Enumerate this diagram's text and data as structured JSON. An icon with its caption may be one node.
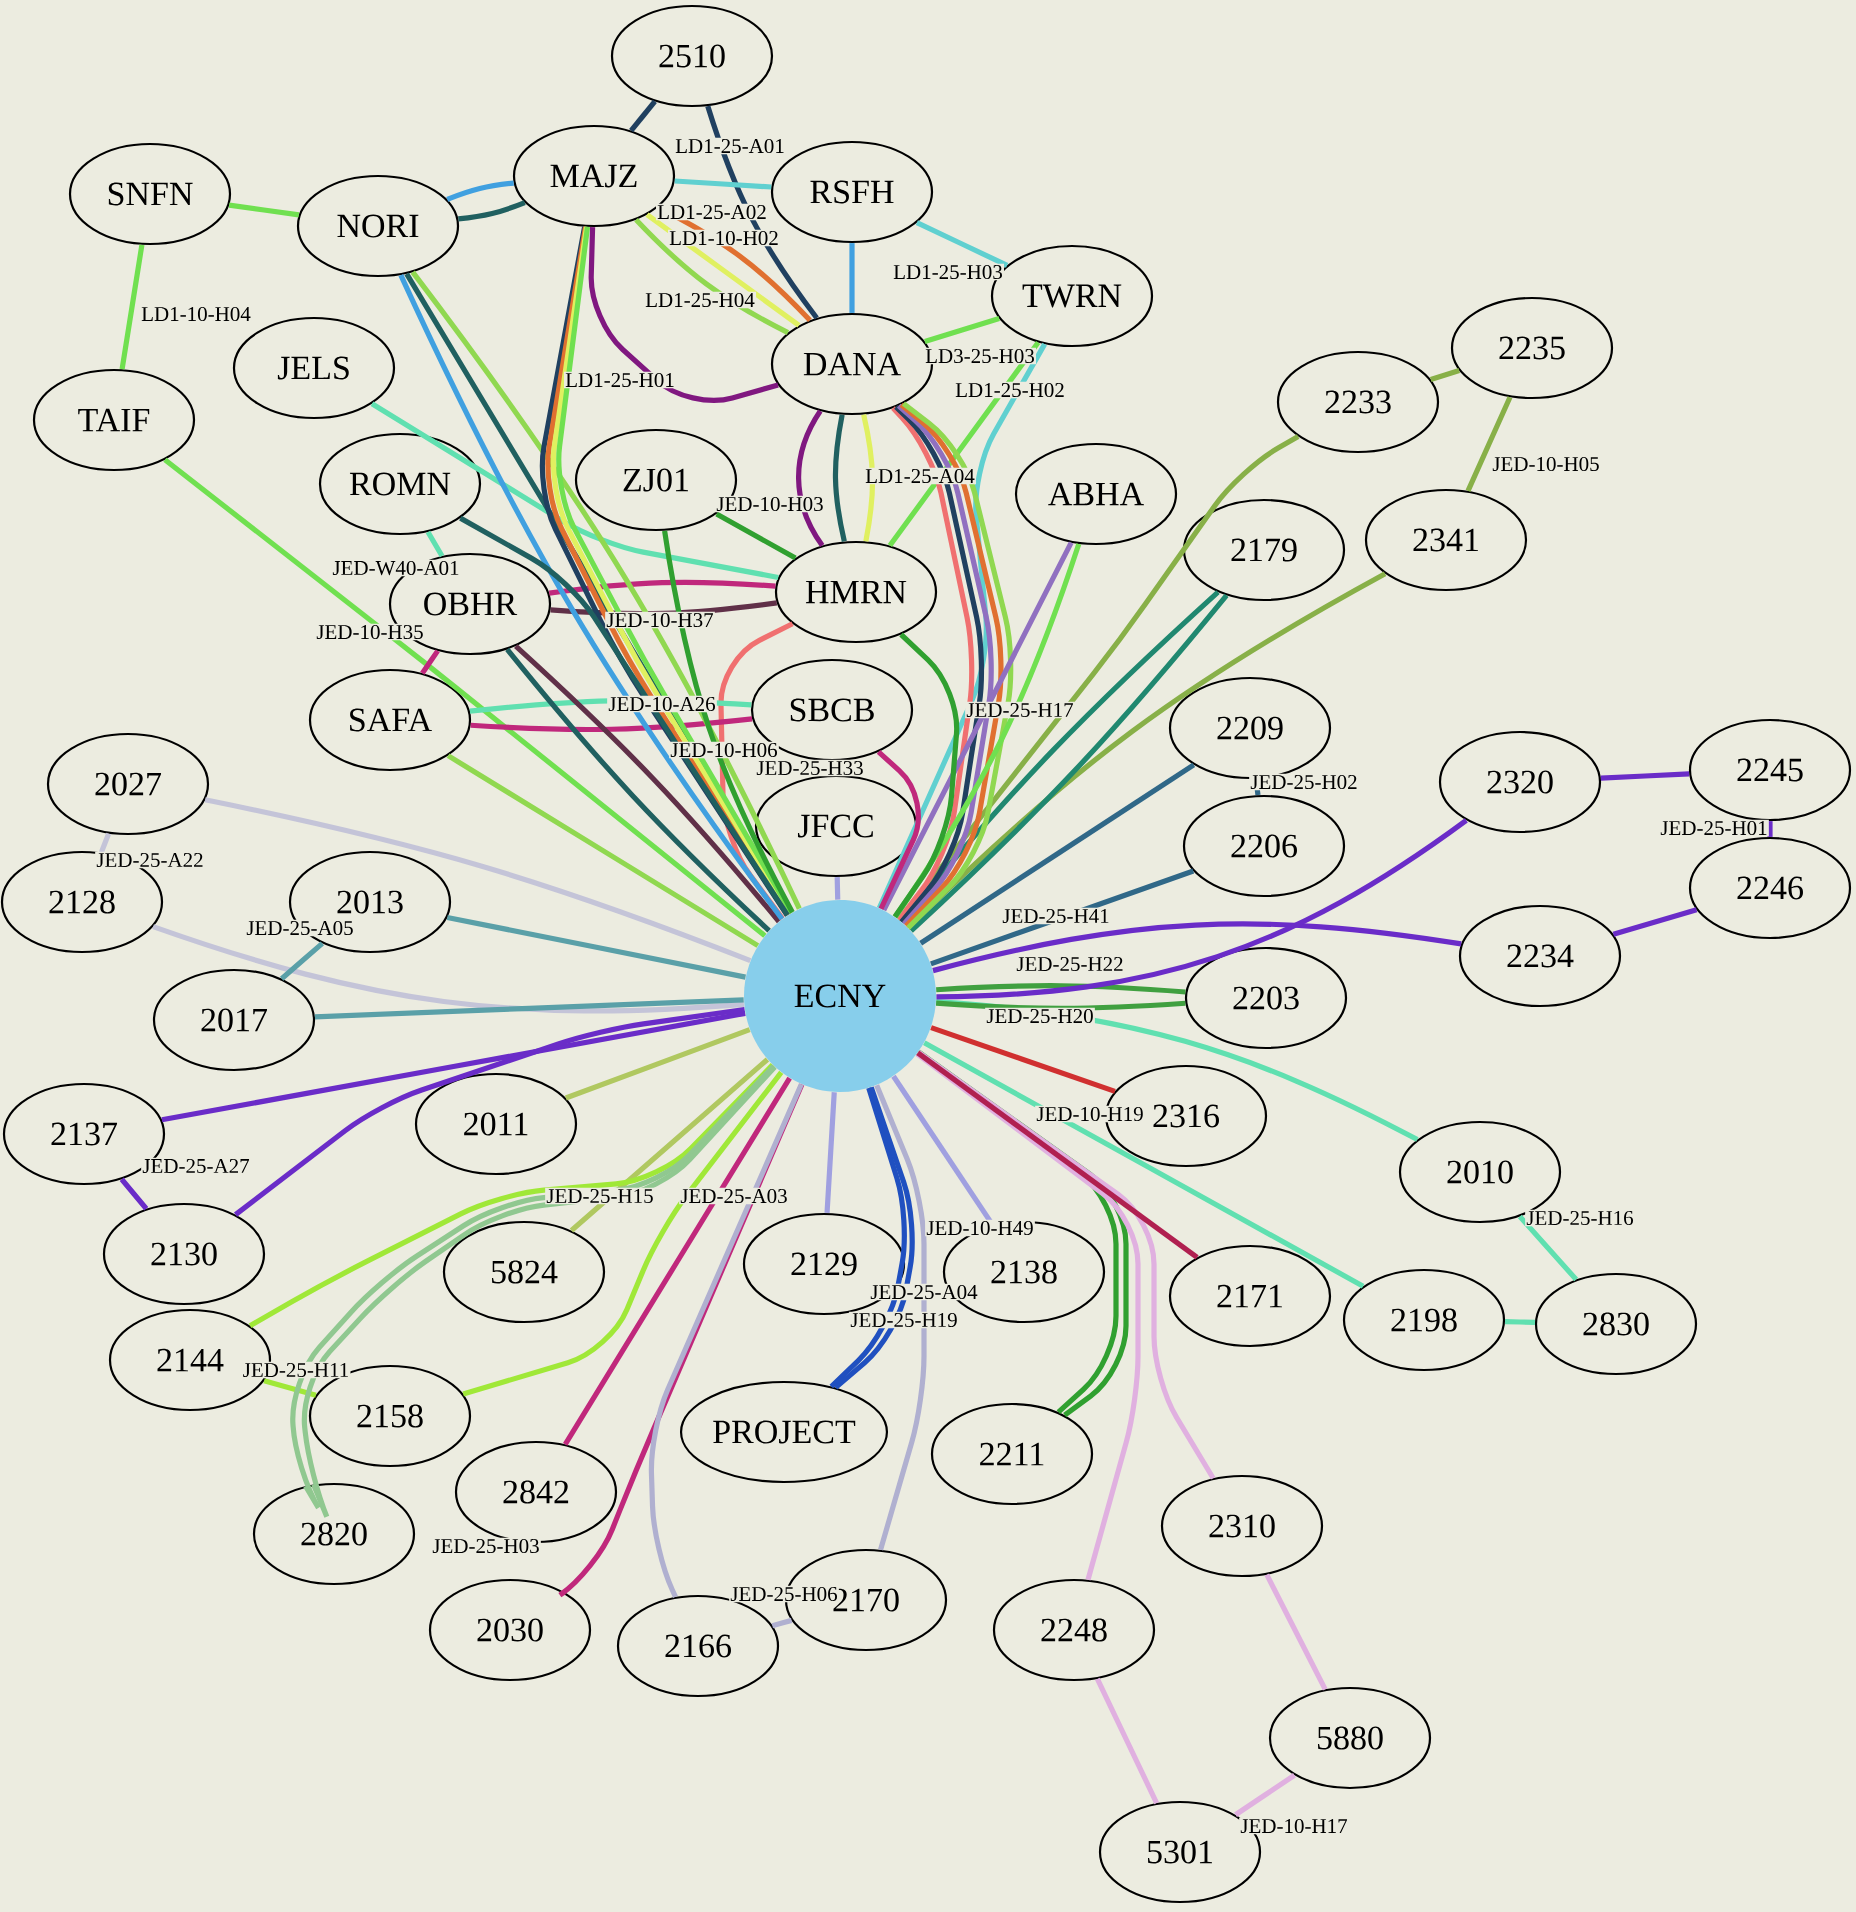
{
  "diagram": {
    "nodes": [
      {
        "text": [
          "ECNY"
        ]
      },
      {
        "text": [
          "2510"
        ]
      },
      {
        "text": [
          "MAJZ"
        ]
      },
      {
        "text": [
          "RSFH"
        ]
      },
      {
        "text": [
          "SNFN"
        ]
      },
      {
        "text": [
          "NORI"
        ]
      },
      {
        "text": [
          "TWRN"
        ]
      },
      {
        "text": [
          "DANA"
        ]
      },
      {
        "text": [
          "JELS"
        ]
      },
      {
        "text": [
          "TAIF"
        ]
      },
      {
        "text": [
          "2235"
        ]
      },
      {
        "text": [
          "2233"
        ]
      },
      {
        "text": [
          "ROMN"
        ]
      },
      {
        "text": [
          "ZJ01"
        ]
      },
      {
        "text": [
          "ABHA"
        ]
      },
      {
        "text": [
          "HMRN"
        ]
      },
      {
        "text": [
          "2341"
        ]
      },
      {
        "text": [
          "2179"
        ]
      },
      {
        "text": [
          "OBHR"
        ]
      },
      {
        "text": [
          "SAFA"
        ]
      },
      {
        "text": [
          "SBCB"
        ]
      },
      {
        "text": [
          "2209"
        ]
      },
      {
        "text": [
          "2320"
        ]
      },
      {
        "text": [
          "2245"
        ]
      },
      {
        "text": [
          "2027"
        ]
      },
      {
        "text": [
          "JFCC"
        ]
      },
      {
        "text": [
          "2206"
        ]
      },
      {
        "text": [
          "2246"
        ]
      },
      {
        "text": [
          "2128"
        ]
      },
      {
        "text": [
          "2013"
        ]
      },
      {
        "text": [
          "2234"
        ]
      },
      {
        "text": [
          "2017"
        ]
      },
      {
        "text": [
          "2203"
        ]
      },
      {
        "text": [
          "2316"
        ]
      },
      {
        "text": [
          "2137"
        ]
      },
      {
        "text": [
          "2011"
        ]
      },
      {
        "text": [
          "2010"
        ]
      },
      {
        "text": [
          "2130"
        ]
      },
      {
        "text": [
          "5824"
        ]
      },
      {
        "text": [
          "2129"
        ]
      },
      {
        "text": [
          "2138"
        ]
      },
      {
        "text": [
          "2171"
        ]
      },
      {
        "text": [
          "2198"
        ]
      },
      {
        "text": [
          "2830"
        ]
      },
      {
        "text": [
          "2144"
        ]
      },
      {
        "text": [
          "2158"
        ]
      },
      {
        "text": [
          "PROJECT"
        ]
      },
      {
        "text": [
          "2211"
        ]
      },
      {
        "text": [
          "2842"
        ]
      },
      {
        "text": [
          "2820"
        ]
      },
      {
        "text": [
          "2310"
        ]
      },
      {
        "text": [
          "2030"
        ]
      },
      {
        "text": [
          "2166"
        ]
      },
      {
        "text": [
          "2170"
        ]
      },
      {
        "text": [
          "2248"
        ]
      },
      {
        "text": [
          "5880"
        ]
      },
      {
        "text": [
          "5301"
        ]
      }
    ],
    "edges": [
      {
        "from": 24,
        "to": 28,
        "arrow": "none",
        "color": "#c4c4d8",
        "label": "JED-25-A22"
      },
      {
        "from": 0,
        "to": 24,
        "arrow": "none",
        "color": "#c4c4d8"
      },
      {
        "from": 0,
        "to": 28,
        "arrow": "none",
        "color": "#c4c4d8",
        "label": "JED-25-A05"
      },
      {
        "from": 0,
        "to": 29,
        "arrow": "none",
        "color": "#5aa0a8"
      },
      {
        "from": 29,
        "to": 31,
        "arrow": "none",
        "color": "#5aa0a8"
      },
      {
        "from": 0,
        "to": 31,
        "arrow": "none",
        "color": "#5aa0a8"
      },
      {
        "from": 0,
        "to": 34,
        "arrow": "none",
        "color": "#6a2cc8"
      },
      {
        "from": 34,
        "to": 37,
        "arrow": "none",
        "color": "#6a2cc8",
        "label": "JED-25-A27"
      },
      {
        "from": 0,
        "to": 37,
        "arrow": "none",
        "color": "#6a2cc8"
      },
      {
        "from": 0,
        "to": 35,
        "arrow": "none",
        "color": "#b0c860"
      },
      {
        "from": 0,
        "to": 38,
        "arrow": "none",
        "color": "#b0c860"
      },
      {
        "from": 0,
        "to": 44,
        "arrow": "none",
        "color": "#a0e838",
        "label": "JED-25-H15"
      },
      {
        "from": 44,
        "to": 45,
        "arrow": "none",
        "color": "#a0e838",
        "label": "JED-25-H11"
      },
      {
        "from": 0,
        "to": 45,
        "arrow": "none",
        "color": "#a0e838"
      },
      {
        "from": 0,
        "to": 49,
        "arrow": "none",
        "color": "#90c890"
      },
      {
        "from": 0,
        "to": 49,
        "arrow": "none",
        "color": "#90c890"
      },
      {
        "from": 0,
        "to": 48,
        "arrow": "none",
        "color": "#c0287c"
      },
      {
        "from": 0,
        "to": 51,
        "arrow": "none",
        "color": "#c0287c",
        "label": "JED-25-H03"
      },
      {
        "from": 0,
        "to": 52,
        "arrow": "none",
        "color": "#b0b0d0",
        "label": "JED-25-A03"
      },
      {
        "from": 52,
        "to": 53,
        "arrow": "none",
        "color": "#b0b0d0",
        "label": "JED-25-H06"
      },
      {
        "from": 0,
        "to": 53,
        "arrow": "none",
        "color": "#b0b0d0"
      },
      {
        "from": 0,
        "to": 39,
        "arrow": "none",
        "color": "#a0a0e0"
      },
      {
        "from": 0,
        "to": 46,
        "arrow": "none",
        "color": "#2050c0",
        "label": "JED-25-A04"
      },
      {
        "from": 0,
        "to": 46,
        "arrow": "none",
        "color": "#2050c0",
        "label": "JED-25-H19"
      },
      {
        "from": 0,
        "to": 40,
        "arrow": "none",
        "color": "#a0a0e0",
        "label": "JED-10-H49"
      },
      {
        "from": 0,
        "to": 47,
        "arrow": "none",
        "color": "#30a030"
      },
      {
        "from": 0,
        "to": 47,
        "arrow": "none",
        "color": "#30a030"
      },
      {
        "from": 0,
        "to": 54,
        "arrow": "none",
        "color": "#e0b0e0"
      },
      {
        "from": 54,
        "to": 56,
        "arrow": "none",
        "color": "#e0b0e0"
      },
      {
        "from": 0,
        "to": 50,
        "arrow": "none",
        "color": "#e0b0e0"
      },
      {
        "from": 50,
        "to": 55,
        "arrow": "none",
        "color": "#e0b0e0"
      },
      {
        "from": 55,
        "to": 56,
        "arrow": "none",
        "color": "#e0b0e0",
        "label": "JED-10-H17"
      },
      {
        "from": 0,
        "to": 41,
        "arrow": "none",
        "color": "#b02050"
      },
      {
        "from": 0,
        "to": 42,
        "arrow": "none",
        "color": "#60e0b0"
      },
      {
        "from": 42,
        "to": 43,
        "arrow": "none",
        "color": "#60e0b0"
      },
      {
        "from": 43,
        "to": 36,
        "arrow": "none",
        "color": "#60e0b0",
        "label": "JED-25-H16"
      },
      {
        "from": 0,
        "to": 36,
        "arrow": "none",
        "color": "#60e0b0"
      },
      {
        "from": 0,
        "to": 33,
        "arrow": "none",
        "color": "#d03030",
        "label": "JED-10-H19"
      },
      {
        "from": 0,
        "to": 32,
        "arrow": "none",
        "color": "#40a040",
        "label": "JED-25-H20"
      },
      {
        "from": 0,
        "to": 32,
        "arrow": "none",
        "color": "#40a040"
      },
      {
        "from": 0,
        "to": 30,
        "arrow": "none",
        "color": "#6a2cc8",
        "label": "JED-25-H22"
      },
      {
        "from": 30,
        "to": 27,
        "arrow": "none",
        "color": "#6a2cc8"
      },
      {
        "from": 27,
        "to": 23,
        "arrow": "none",
        "color": "#6a2cc8",
        "label": "JED-25-H01"
      },
      {
        "from": 23,
        "to": 22,
        "arrow": "none",
        "color": "#6a2cc8"
      },
      {
        "from": 0,
        "to": 22,
        "arrow": "none",
        "color": "#6a2cc8"
      },
      {
        "from": 0,
        "to": 26,
        "arrow": "none",
        "color": "#306888",
        "label": "JED-25-H41"
      },
      {
        "from": 26,
        "to": 21,
        "arrow": "none",
        "color": "#306888",
        "label": "JED-25-H02"
      },
      {
        "from": 0,
        "to": 21,
        "arrow": "none",
        "color": "#306888"
      },
      {
        "from": 0,
        "to": 16,
        "arrow": "none",
        "color": "#88b048"
      },
      {
        "from": 16,
        "to": 10,
        "arrow": "none",
        "color": "#88b048",
        "label": "JED-10-H05"
      },
      {
        "from": 10,
        "to": 11,
        "arrow": "none",
        "color": "#88b048"
      },
      {
        "from": 0,
        "to": 11,
        "arrow": "none",
        "color": "#88b048"
      },
      {
        "from": 0,
        "to": 17,
        "arrow": "none",
        "color": "#208870"
      },
      {
        "from": 0,
        "to": 17,
        "arrow": "none",
        "color": "#208870"
      },
      {
        "from": 0,
        "to": 25,
        "arrow": "none",
        "color": "#a0a0e0"
      },
      {
        "from": 1,
        "to": 2,
        "arrow": "none",
        "color": "#204060"
      },
      {
        "from": 1,
        "to": 7,
        "arrow": "none",
        "color": "#204060"
      },
      {
        "from": 2,
        "to": 5,
        "arrow": "none",
        "color": "#206060"
      },
      {
        "from": 2,
        "to": 5,
        "arrow": "none",
        "color": "#40a0e0"
      },
      {
        "from": 5,
        "to": 4,
        "arrow": "none",
        "color": "#70e050"
      },
      {
        "from": 4,
        "to": 9,
        "arrow": "none",
        "color": "#70e050",
        "label": "LD1-10-H04"
      },
      {
        "from": 9,
        "to": 0,
        "arrow": "none",
        "color": "#70e050"
      },
      {
        "from": 2,
        "to": 3,
        "arrow": "none",
        "color": "#60d0d0",
        "label": "LD1-25-A01"
      },
      {
        "from": 2,
        "to": 7,
        "arrow": "none",
        "color": "#e07030",
        "label": "LD1-25-A02"
      },
      {
        "from": 2,
        "to": 7,
        "arrow": "none",
        "color": "#e0f060",
        "label": "LD1-10-H02"
      },
      {
        "from": 2,
        "to": 7,
        "arrow": "none",
        "color": "#90d850",
        "label": "LD1-25-H04"
      },
      {
        "from": 2,
        "to": 7,
        "arrow": "none",
        "color": "#801880",
        "label": "LD1-25-H01"
      },
      {
        "from": 3,
        "to": 6,
        "arrow": "none",
        "color": "#60d0d0",
        "label": "LD1-25-H03"
      },
      {
        "from": 3,
        "to": 7,
        "arrow": "none",
        "color": "#40a0e0"
      },
      {
        "from": 7,
        "to": 6,
        "arrow": "none",
        "color": "#70e050",
        "label": "LD3-25-H03"
      },
      {
        "from": 6,
        "to": 15,
        "arrow": "none",
        "color": "#70e050"
      },
      {
        "from": 6,
        "to": 0,
        "arrow": "none",
        "color": "#60d0d0",
        "label": "LD1-25-H02"
      },
      {
        "from": 7,
        "to": 15,
        "arrow": "none",
        "color": "#801880"
      },
      {
        "from": 7,
        "to": 15,
        "arrow": "none",
        "color": "#206060"
      },
      {
        "from": 7,
        "to": 15,
        "arrow": "none",
        "color": "#e0f060",
        "label": "LD1-25-A04"
      },
      {
        "from": 7,
        "to": 0,
        "arrow": "none",
        "color": "#f07070"
      },
      {
        "from": 7,
        "to": 0,
        "arrow": "none",
        "color": "#204060"
      },
      {
        "from": 7,
        "to": 0,
        "arrow": "none",
        "color": "#9070c0"
      },
      {
        "from": 7,
        "to": 0,
        "arrow": "none",
        "color": "#e07030"
      },
      {
        "from": 7,
        "to": 0,
        "arrow": "none",
        "color": "#90d850"
      },
      {
        "from": 14,
        "to": 0,
        "arrow": "none",
        "color": "#9070c0",
        "label": "JED-25-H17"
      },
      {
        "from": 14,
        "to": 0,
        "arrow": "none",
        "color": "#70e050"
      },
      {
        "from": 15,
        "to": 18,
        "arrow": "none",
        "color": "#c0287c"
      },
      {
        "from": 15,
        "to": 18,
        "arrow": "none",
        "color": "#603048",
        "label": "JED-10-H37"
      },
      {
        "from": 15,
        "to": 13,
        "arrow": "none",
        "color": "#30a030",
        "label": "JED-10-H03"
      },
      {
        "from": 15,
        "to": 8,
        "arrow": "none",
        "color": "#60e0b0"
      },
      {
        "from": 15,
        "to": 0,
        "arrow": "none",
        "color": "#f07070",
        "label": "JED-10-H06"
      },
      {
        "from": 15,
        "to": 0,
        "arrow": "none",
        "color": "#30a030"
      },
      {
        "from": 20,
        "to": 19,
        "arrow": "none",
        "color": "#c0287c"
      },
      {
        "from": 20,
        "to": 19,
        "arrow": "none",
        "color": "#60e0b0"
      },
      {
        "from": 20,
        "to": 0,
        "arrow": "none",
        "color": "#c0287c",
        "label": "JED-25-H33"
      },
      {
        "from": 18,
        "to": 12,
        "arrow": "none",
        "color": "#60e0b0",
        "label": "JED-W40-A01"
      },
      {
        "from": 18,
        "to": 19,
        "arrow": "none",
        "color": "#c0287c",
        "label": "JED-10-H35"
      },
      {
        "from": 18,
        "to": 0,
        "arrow": "none",
        "color": "#603048"
      },
      {
        "from": 18,
        "to": 0,
        "arrow": "none",
        "color": "#206060"
      },
      {
        "from": 5,
        "to": 0,
        "arrow": "none",
        "color": "#206060",
        "label": "JED-10-A26"
      },
      {
        "from": 5,
        "to": 0,
        "arrow": "none",
        "color": "#90d850"
      },
      {
        "from": 5,
        "to": 0,
        "arrow": "none",
        "color": "#40a0e0"
      },
      {
        "from": 2,
        "to": 0,
        "arrow": "none",
        "color": "#204060"
      },
      {
        "from": 2,
        "to": 0,
        "arrow": "none",
        "color": "#e07030"
      },
      {
        "from": 2,
        "to": 0,
        "arrow": "none",
        "color": "#e0f060"
      },
      {
        "from": 2,
        "to": 0,
        "arrow": "none",
        "color": "#70e050"
      },
      {
        "from": 13,
        "to": 0,
        "arrow": "none",
        "color": "#30a030"
      },
      {
        "from": 12,
        "to": 0,
        "arrow": "none",
        "color": "#206060"
      },
      {
        "from": 19,
        "to": 0,
        "arrow": "none",
        "color": "#90d850"
      }
    ]
  }
}
